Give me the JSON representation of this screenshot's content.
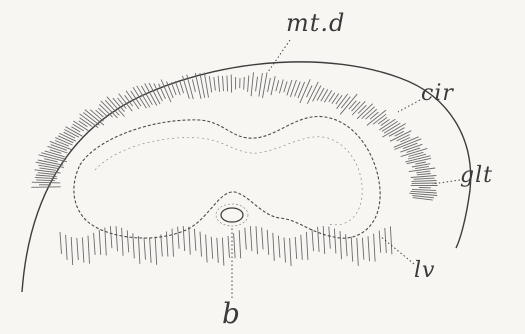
{
  "figure": {
    "labels": {
      "mtd": "mt.d",
      "cir": "cir",
      "glt": "glt",
      "lv": "lv",
      "b": "b"
    }
  }
}
